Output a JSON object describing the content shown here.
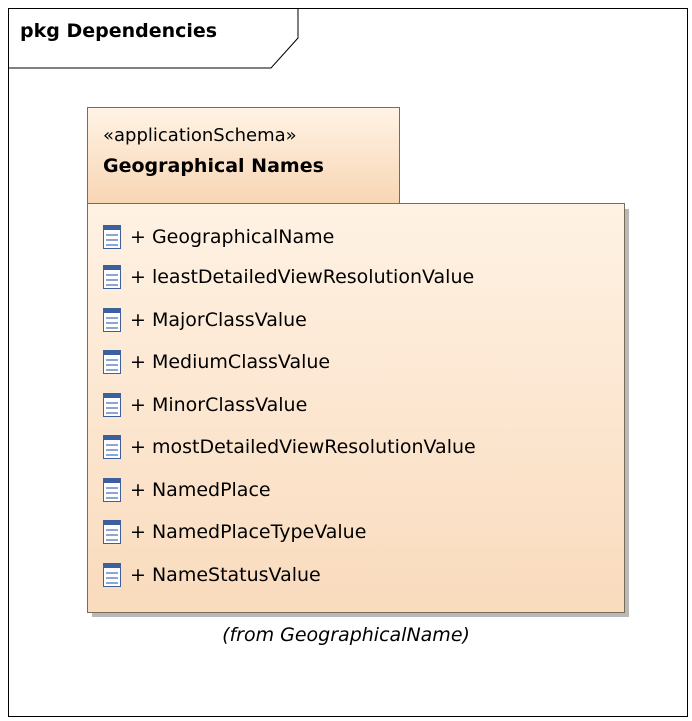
{
  "frame": {
    "title": "pkg Dependencies"
  },
  "package": {
    "stereotype": "«applicationSchema»",
    "name": "Geographical Names",
    "items": [
      {
        "label": "+ GeographicalName",
        "icon": "class-icon"
      },
      {
        "label": "+ leastDetailedViewResolutionValue",
        "icon": "class-icon"
      },
      {
        "label": "+ MajorClassValue",
        "icon": "class-icon"
      },
      {
        "label": "+ MediumClassValue",
        "icon": "class-icon"
      },
      {
        "label": "+ MinorClassValue",
        "icon": "class-icon"
      },
      {
        "label": "+ mostDetailedViewResolutionValue",
        "icon": "class-icon"
      },
      {
        "label": "+ NamedPlace",
        "icon": "class-icon"
      },
      {
        "label": "+ NamedPlaceTypeValue",
        "icon": "class-icon"
      },
      {
        "label": "+ NameStatusValue",
        "icon": "class-icon"
      }
    ],
    "source_note": "(from GeographicalName)"
  },
  "colors": {
    "package_fill": "#f8d6b4",
    "icon_blue": "#3e5f9e"
  }
}
